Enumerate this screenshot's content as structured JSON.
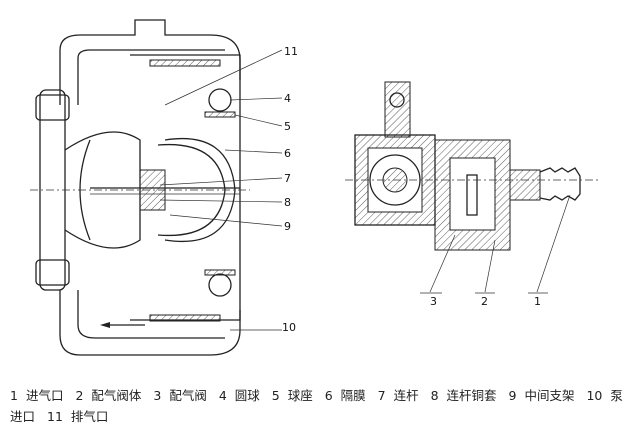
{
  "figure": {
    "left_view_labels": [
      "11",
      "4",
      "5",
      "6",
      "7",
      "8",
      "9",
      "10"
    ],
    "right_view_labels": [
      "3",
      "2",
      "1"
    ]
  },
  "legend": [
    {
      "num": "1",
      "name": "进气口"
    },
    {
      "num": "2",
      "name": "配气阀体"
    },
    {
      "num": "3",
      "name": "配气阀"
    },
    {
      "num": "4",
      "name": "圆球"
    },
    {
      "num": "5",
      "name": "球座"
    },
    {
      "num": "6",
      "name": "隔膜"
    },
    {
      "num": "7",
      "name": "连杆"
    },
    {
      "num": "8",
      "name": "连杆铜套"
    },
    {
      "num": "9",
      "name": "中间支架"
    },
    {
      "num": "10",
      "name": "泵进口"
    },
    {
      "num": "11",
      "name": "排气口"
    }
  ]
}
